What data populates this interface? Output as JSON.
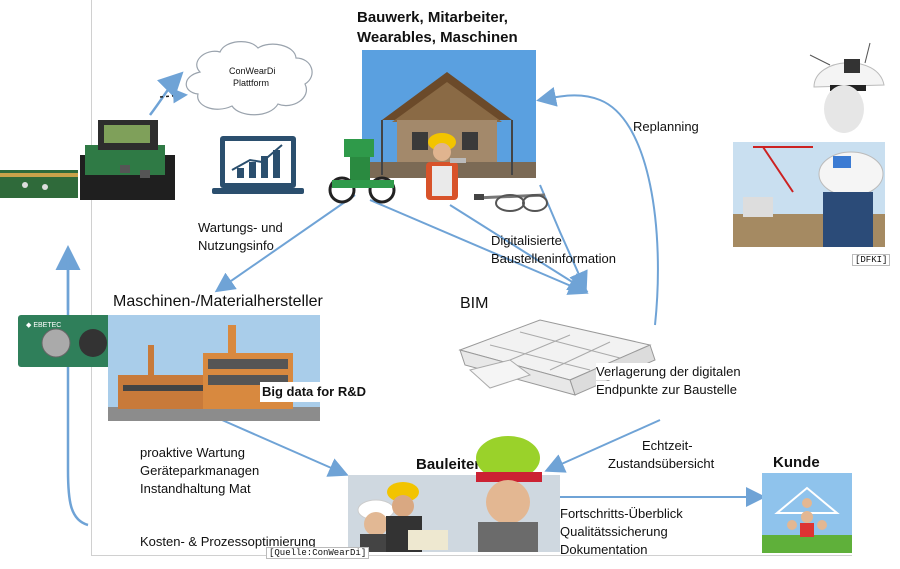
{
  "platform": {
    "line1": "ConWearDi",
    "line2": "Plattform"
  },
  "construction": {
    "line1": "Bauwerk, Mitarbeiter,",
    "line2": "Wearables, Maschinen"
  },
  "replanning": "Replanning",
  "maintenance_info": {
    "line1": "Wartungs- und",
    "line2": "Nutzungsinfo"
  },
  "digital_info": {
    "line1": "Digitalisierte",
    "line2": "Baustelleninformation"
  },
  "manufacturer": {
    "title": "Maschinen-/Materialhersteller",
    "big_data": "Big data for R&D"
  },
  "bim": {
    "title": "BIM",
    "line1": "Verlagerung der digitalen",
    "line2": "Endpunkte zur Baustelle"
  },
  "proactive": {
    "line1": "proaktive Wartung",
    "line2": "Geräteparkmanagen",
    "line3": "Instandhaltung Mat",
    "line4": "Kosten- & Prozessoptimierung"
  },
  "realtime": {
    "line1": "Echtzeit-",
    "line2": "Zustandsübersicht"
  },
  "site_manager": {
    "title": "Bauleiter",
    "line1": "Fortschritts-Überblick",
    "line2": "Qualitätssicherung",
    "line3": "Dokumentation"
  },
  "customer": {
    "title": "Kunde"
  },
  "sources": {
    "dfki": "[DFKI]",
    "conweardi": "[Quelle:ConWearDi]"
  },
  "colors": {
    "arrow": "#6fa3d6",
    "frame": "#d0d0d0",
    "sky": "#5aa0e0"
  }
}
